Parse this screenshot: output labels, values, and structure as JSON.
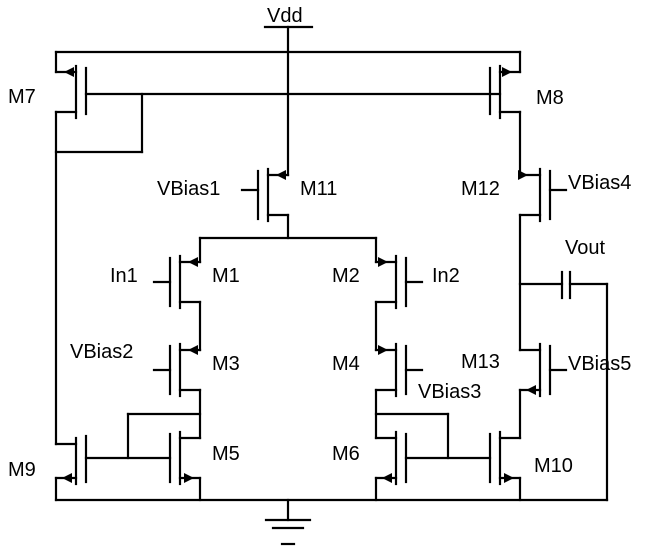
{
  "supply": {
    "label": "Vdd"
  },
  "output": {
    "label": "Vout"
  },
  "transistors": {
    "m1": "M1",
    "m2": "M2",
    "m3": "M3",
    "m4": "M4",
    "m5": "M5",
    "m6": "M6",
    "m7": "M7",
    "m8": "M8",
    "m9": "M9",
    "m10": "M10",
    "m11": "M11",
    "m12": "M12",
    "m13": "M13"
  },
  "inputs": {
    "in1": "In1",
    "in2": "In2",
    "vbias1": "VBias1",
    "vbias2": "VBias2",
    "vbias3": "VBias3",
    "vbias4": "VBias4",
    "vbias5": "VBias5"
  }
}
